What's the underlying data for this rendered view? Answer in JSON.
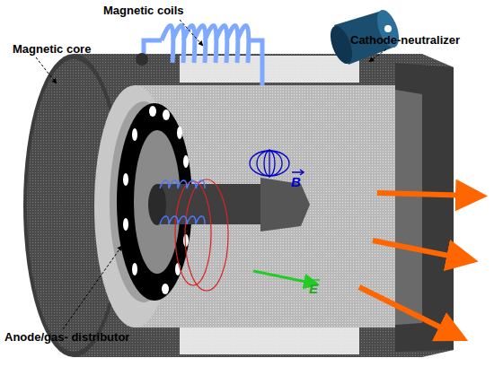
{
  "diagram": {
    "labels": [
      "Magnetic coils",
      "Magnetic core",
      "Cathode-neutralizer",
      "Anode/gas- distributor",
      "B",
      "E"
    ]
  }
}
